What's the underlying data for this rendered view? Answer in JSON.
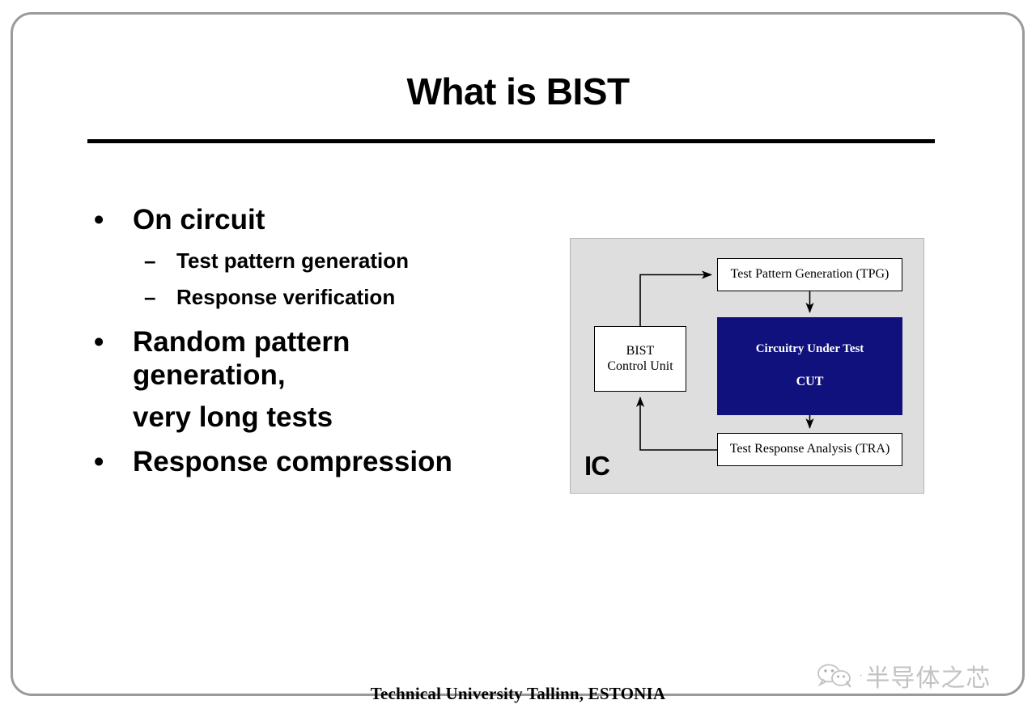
{
  "slide": {
    "title": "What is BIST",
    "footer": "Technical University Tallinn, ESTONIA"
  },
  "bullets": [
    {
      "level": 1,
      "marker": "•",
      "text": "On circuit"
    },
    {
      "level": 2,
      "marker": "–",
      "text": "Test pattern generation"
    },
    {
      "level": 2,
      "marker": "–",
      "text": "Response verification"
    },
    {
      "level": 1,
      "marker": "•",
      "line1": "Random pattern",
      "line2": "generation,",
      "line3": "very long tests"
    },
    {
      "level": 1,
      "marker": "•",
      "text": "Response compression"
    }
  ],
  "diagram": {
    "container_label": "IC",
    "boxes": {
      "tpg": "Test Pattern Generation (TPG)",
      "tra": "Test Response Analysis (TRA)",
      "bist_line1": "BIST",
      "bist_line2": "Control Unit",
      "cut_title": "Circuitry Under Test",
      "cut_abbr": "CUT"
    },
    "colors": {
      "panel_background": "#dedede",
      "cut_fill": "#10117d",
      "cut_text": "#ffffff",
      "box_fill": "#ffffff",
      "box_border": "#000000"
    }
  },
  "watermark": {
    "icon": "wechat-icon",
    "separator": "·",
    "text": "半导体之芯"
  }
}
